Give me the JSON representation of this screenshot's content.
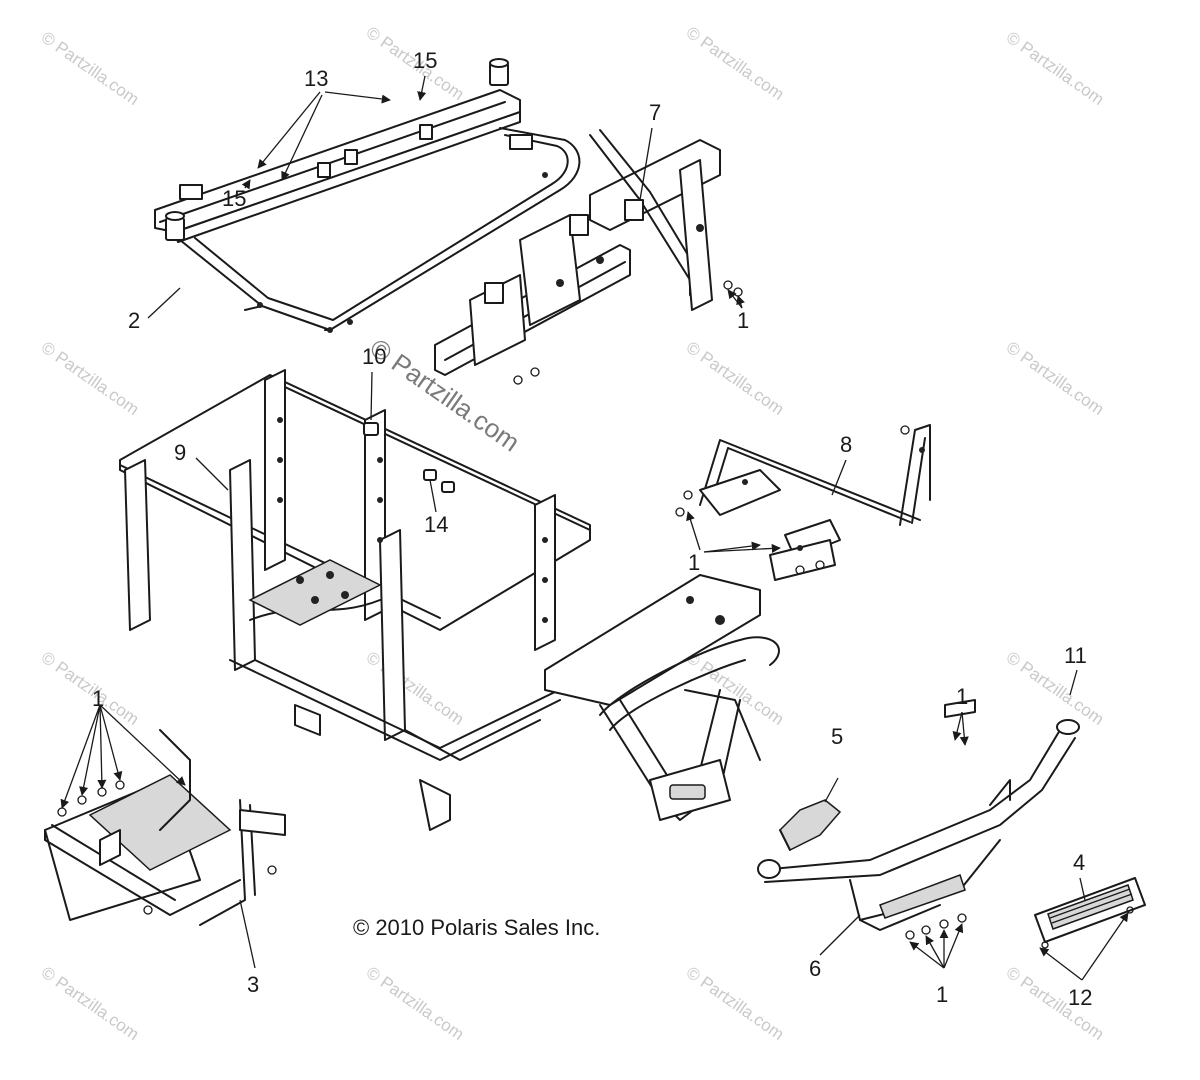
{
  "watermark": {
    "text": "Partzilla.com",
    "prefix": "©"
  },
  "copyright": "© 2010 Polaris Sales Inc.",
  "callouts": {
    "c1a": "1",
    "c1b": "1",
    "c1c": "1",
    "c1d": "1",
    "c1e": "1",
    "c2": "2",
    "c3": "3",
    "c4": "4",
    "c5": "5",
    "c6": "6",
    "c7": "7",
    "c8": "8",
    "c9": "9",
    "c10": "10",
    "c11": "11",
    "c12": "12",
    "c13": "13",
    "c14": "14",
    "c15a": "15",
    "c15b": "15"
  }
}
